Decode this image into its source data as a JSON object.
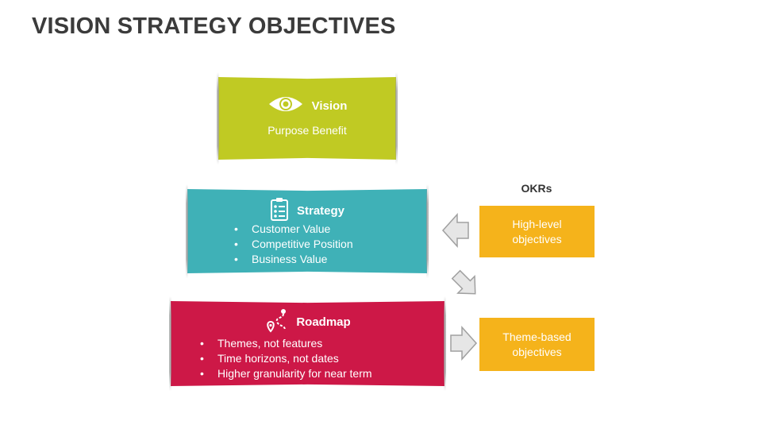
{
  "title": "VISION STRATEGY OBJECTIVES",
  "colors": {
    "vision": "#c0ca23",
    "strategy": "#3fb1b7",
    "roadmap": "#cd1847",
    "okr": "#f5b31b",
    "arrow_fill": "#e6e6e6",
    "arrow_stroke": "#a0a0a0"
  },
  "vision": {
    "icon": "eye-icon",
    "heading": "Vision",
    "text": "Purpose Benefit"
  },
  "strategy": {
    "icon": "clipboard-checklist-icon",
    "heading": "Strategy",
    "items": [
      "Customer Value",
      "Competitive Position",
      "Business Value"
    ]
  },
  "roadmap": {
    "icon": "route-pin-icon",
    "heading": "Roadmap",
    "items": [
      "Themes, not features",
      "Time horizons, not dates",
      "Higher granularity for near term"
    ]
  },
  "okrs": {
    "title": "OKRs",
    "box1": [
      "High-level",
      "objectives"
    ],
    "box2": [
      "Theme-based",
      "objectives"
    ]
  }
}
